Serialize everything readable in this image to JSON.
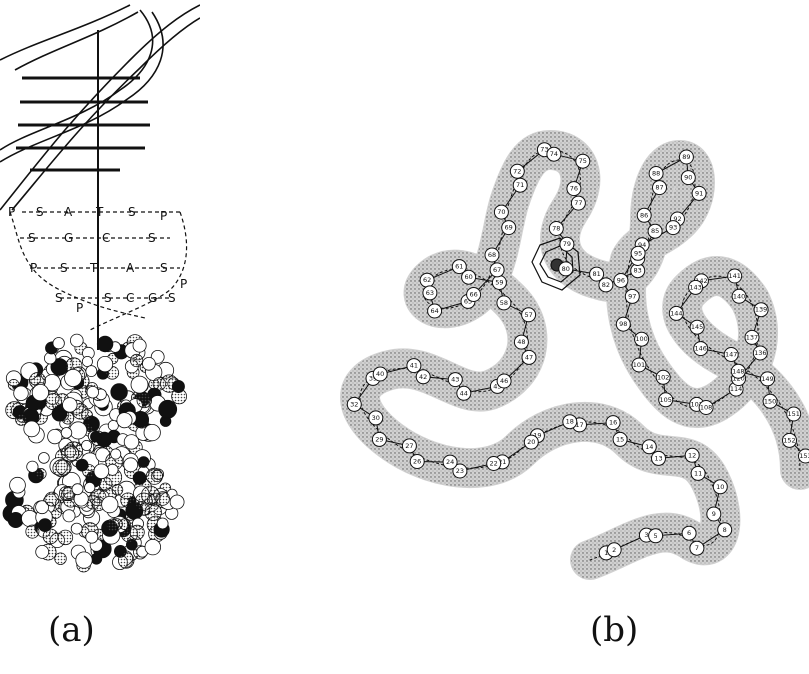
{
  "captions": {
    "a": "(a)",
    "b": "(b)"
  },
  "dna_schematic": {
    "rows": [
      [
        "P",
        "S",
        "A",
        "T",
        "S",
        "P"
      ],
      [
        "S",
        "G",
        "C",
        "S"
      ],
      [
        "P",
        "S",
        "T",
        "A",
        "S",
        "P"
      ],
      [
        "S",
        "P",
        "S",
        "C",
        "G",
        "S"
      ]
    ]
  },
  "protein_residues": [
    "1",
    "2",
    "3",
    "5",
    "6",
    "7",
    "8",
    "9",
    "10",
    "11",
    "12",
    "13",
    "14",
    "15",
    "16",
    "17",
    "18",
    "19",
    "20",
    "21",
    "22",
    "23",
    "24",
    "26",
    "27",
    "29",
    "30",
    "32",
    "39",
    "40",
    "41",
    "42",
    "43",
    "44",
    "45",
    "46",
    "47",
    "48",
    "57",
    "58",
    "59",
    "60",
    "61",
    "62",
    "63",
    "64",
    "65",
    "66",
    "67",
    "68",
    "69",
    "70",
    "71",
    "72",
    "73",
    "74",
    "75",
    "76",
    "77",
    "78",
    "79",
    "80",
    "81",
    "82",
    "83",
    "84",
    "85",
    "86",
    "87",
    "88",
    "89",
    "90",
    "91",
    "92",
    "93",
    "94",
    "95",
    "96",
    "97",
    "98",
    "100",
    "101",
    "102",
    "105",
    "107",
    "108",
    "114",
    "120",
    "136",
    "137",
    "139",
    "140",
    "141",
    "142",
    "143",
    "144",
    "145",
    "146",
    "147",
    "148",
    "149",
    "150",
    "151",
    "152",
    "153"
  ]
}
